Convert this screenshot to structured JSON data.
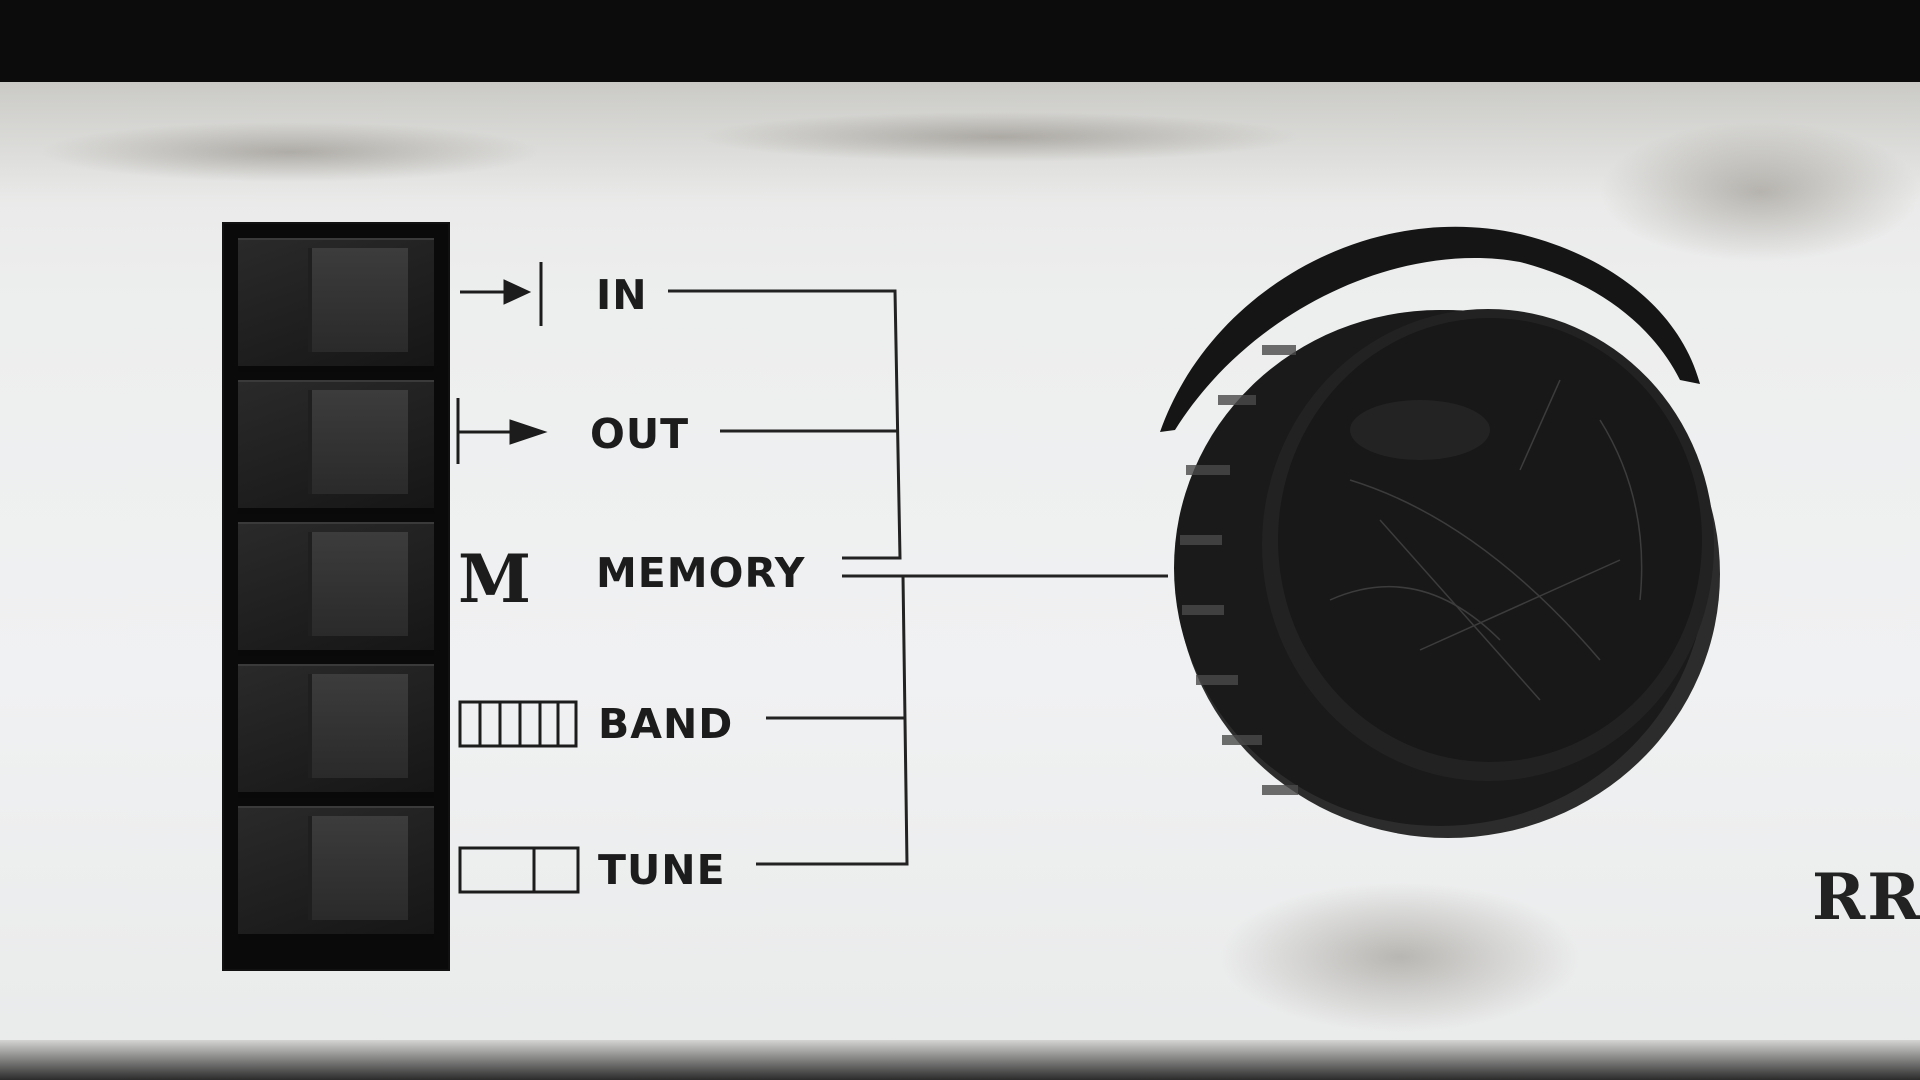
{
  "labels": {
    "in": "IN",
    "out": "OUT",
    "memory": "MEMORY",
    "band": "BAND",
    "tune": "TUNE"
  },
  "symbols": {
    "memory_symbol": "M"
  },
  "brand_text": "RR",
  "icons": [
    "arrow-to-bar-icon",
    "bar-to-arrow-icon",
    "band-scale-icon",
    "tune-scale-icon"
  ],
  "colors": {
    "panel": "#edeeee",
    "ink": "#1c1c1c",
    "button": "#222222",
    "knob": "#1e1e1e"
  }
}
